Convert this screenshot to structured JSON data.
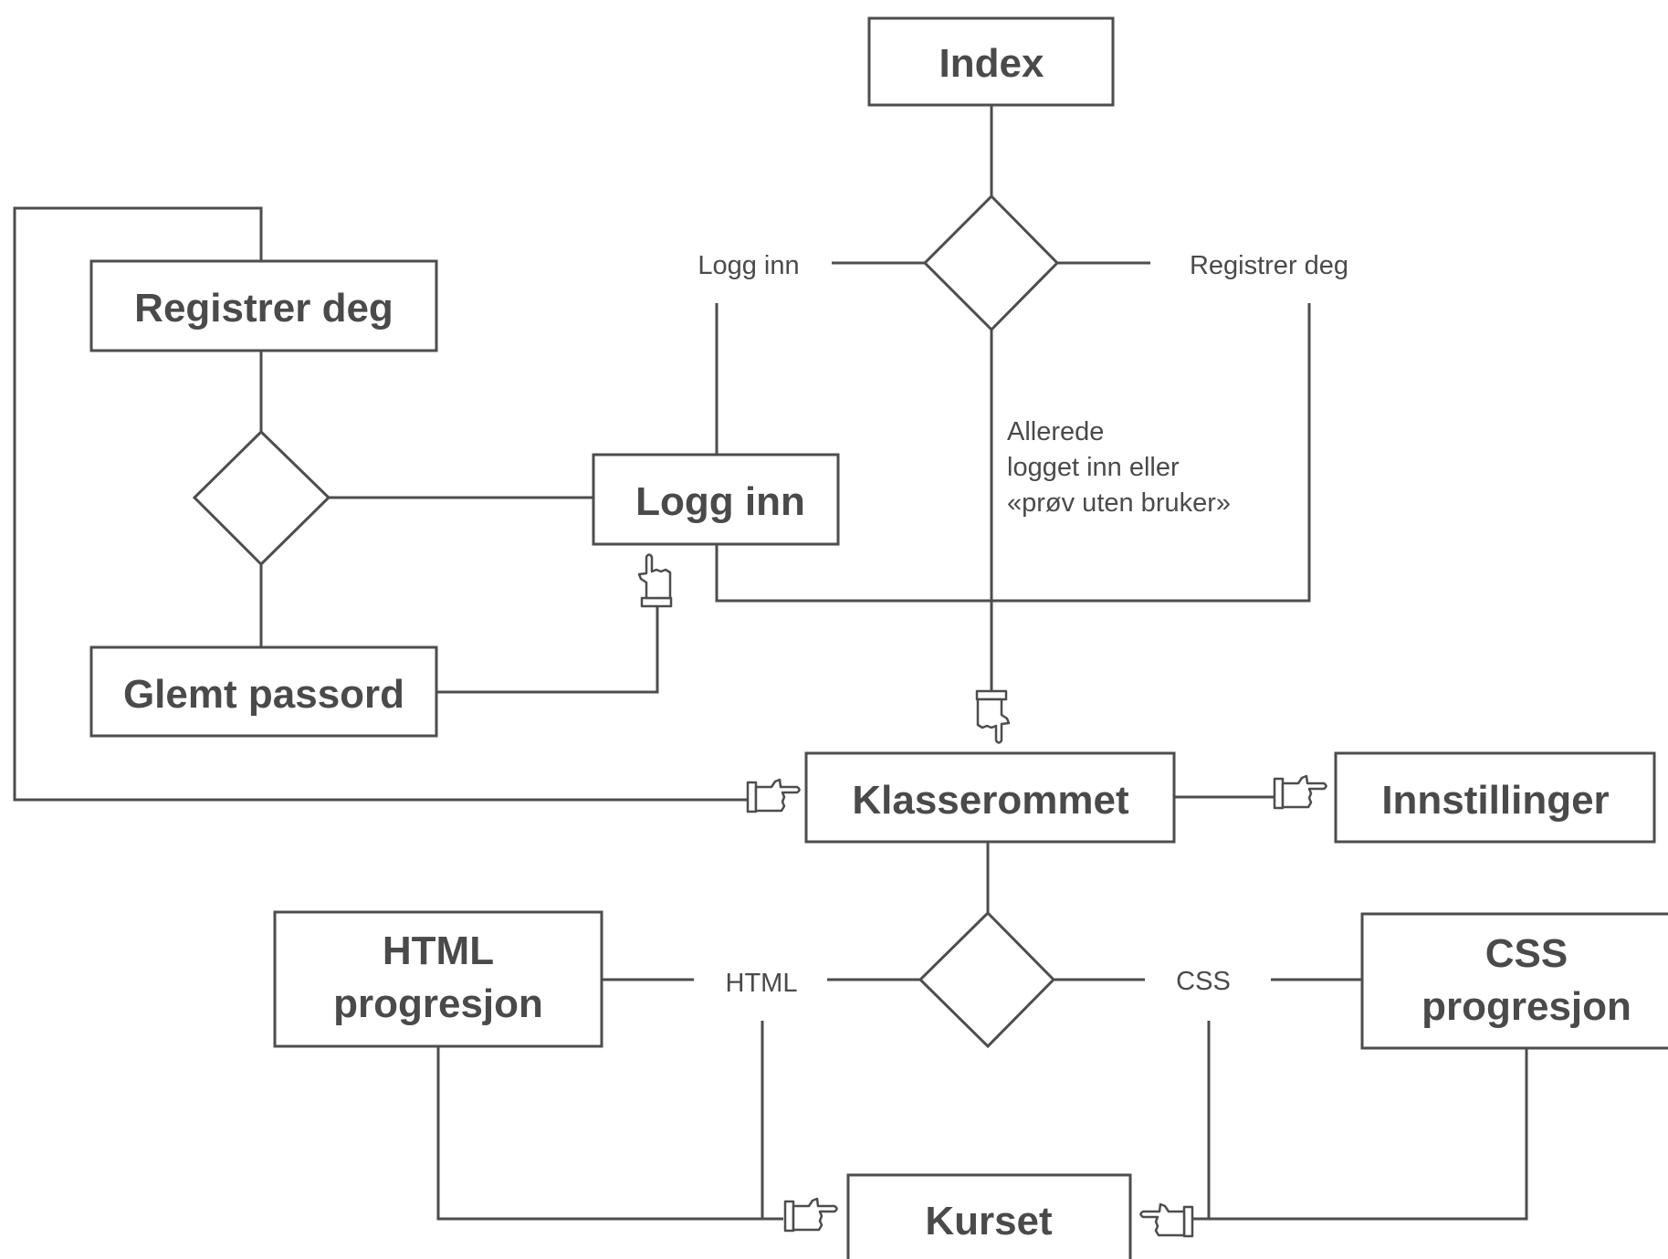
{
  "colors": {
    "stroke": "#4d4d4d",
    "text": "#4a4a4a",
    "background": "#ffffff"
  },
  "nodes": {
    "index": "Index",
    "registrer": "Registrer deg",
    "logg_inn": "Logg inn",
    "glemt_passord": "Glemt passord",
    "klasserommet": "Klasserommet",
    "innstillinger": "Innstillinger",
    "html_line1": "HTML",
    "html_line2": "progresjon",
    "css_line1": "CSS",
    "css_line2": "progresjon",
    "kurset": "Kurset"
  },
  "edge_labels": {
    "logg_inn": "Logg inn",
    "registrer_deg": "Registrer deg",
    "allerede_1": "Allerede",
    "allerede_2": "logget inn eller",
    "allerede_3": "«prøv uten bruker»",
    "html": "HTML",
    "css": "CSS"
  },
  "icons": [
    "hand-pointer-icon"
  ]
}
